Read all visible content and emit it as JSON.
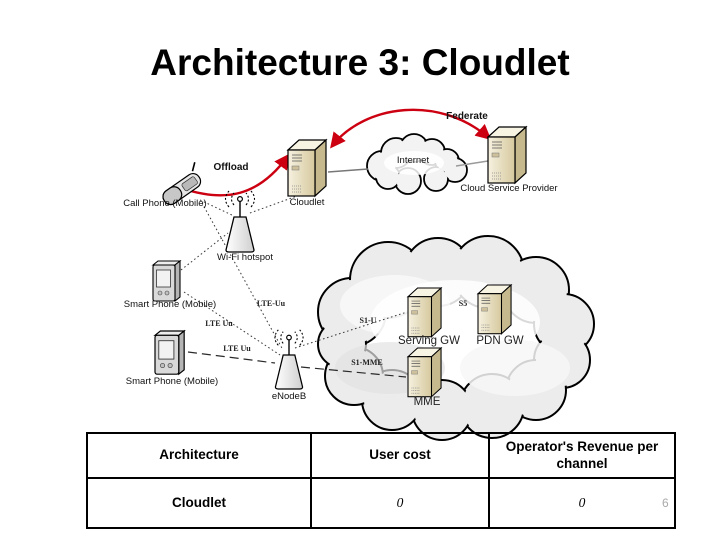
{
  "slide": {
    "title": "Architecture 3: Cloudlet",
    "page_number": "6"
  },
  "diagram": {
    "labels": {
      "call_phone": "Call Phone (Mobile)",
      "offload": "Offload",
      "cloudlet": "Cloudlet",
      "internet": "Internet",
      "federate": "Federate",
      "cloud_service_provider": "Cloud Service Provider",
      "wifi_hotspot": "Wi-Fi hotspot",
      "smart_phone_1": "Smart Phone (Mobile)",
      "smart_phone_2": "Smart Phone (Mobile)",
      "enodeb": "eNodeB",
      "serving_gw": "Serving GW",
      "pdn_gw": "PDN GW",
      "mme": "MME",
      "lte_uu_1": "LTE-Uu",
      "lte_uu_2": "LTE Uu",
      "lte_uu_3": "LTE Uu",
      "s1_u": "S1-U",
      "s5": "S5",
      "s1_mme": "S1-MME"
    },
    "icons": {
      "cell_phone": "flip-phone-icon",
      "smart_phone": "pda-phone-icon",
      "server": "tower-server-icon",
      "antenna": "radio-antenna-icon",
      "cloud": "cloud-icon"
    },
    "colors": {
      "arrow_red": "#cc0011",
      "server_front": "#e9e0c2",
      "server_side": "#c6b98e",
      "server_top": "#f8f4e4",
      "cloud_fill": "#ececec",
      "internet_cloud_fill": "#f3f3f3",
      "connector_gray": "#777777"
    }
  },
  "table": {
    "headers": [
      "Architecture",
      "User cost",
      "Operator's Revenue per channel"
    ],
    "rows": [
      [
        "Cloudlet",
        "0",
        "0"
      ]
    ]
  }
}
